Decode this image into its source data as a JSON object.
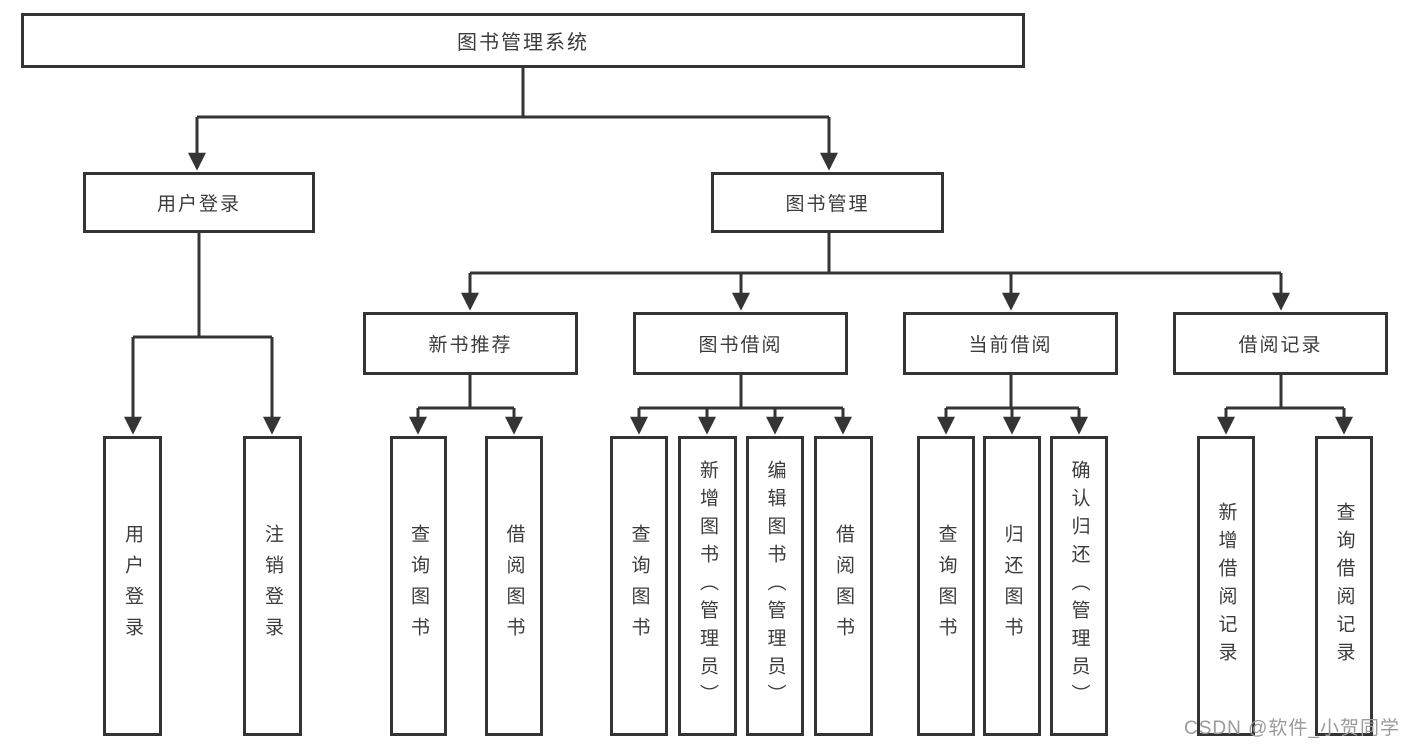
{
  "diagram": {
    "title": "图书管理系统",
    "root": "图书管理系统",
    "branches": [
      {
        "label": "用户登录",
        "children": [
          "用户登录",
          "注销登录"
        ]
      },
      {
        "label": "图书管理",
        "children": [
          {
            "label": "新书推荐",
            "children": [
              "查询图书",
              "借阅图书"
            ]
          },
          {
            "label": "图书借阅",
            "children": [
              "查询图书",
              "新增图书（管理员）",
              "编辑图书（管理员）",
              "借阅图书"
            ]
          },
          {
            "label": "当前借阅",
            "children": [
              "查询图书",
              "归还图书",
              "确认归还（管理员）"
            ]
          },
          {
            "label": "借阅记录",
            "children": [
              "新增借阅记录",
              "查询借阅记录"
            ]
          }
        ]
      }
    ]
  },
  "watermark": {
    "text": "CSDN @软件_小贺同学"
  },
  "colors": {
    "line": "#343434",
    "box_border": "#343434",
    "box_fill": "#ffffff",
    "text": "#3c3c3c",
    "background": "#ffffff",
    "watermark": "#9b9b9b"
  }
}
